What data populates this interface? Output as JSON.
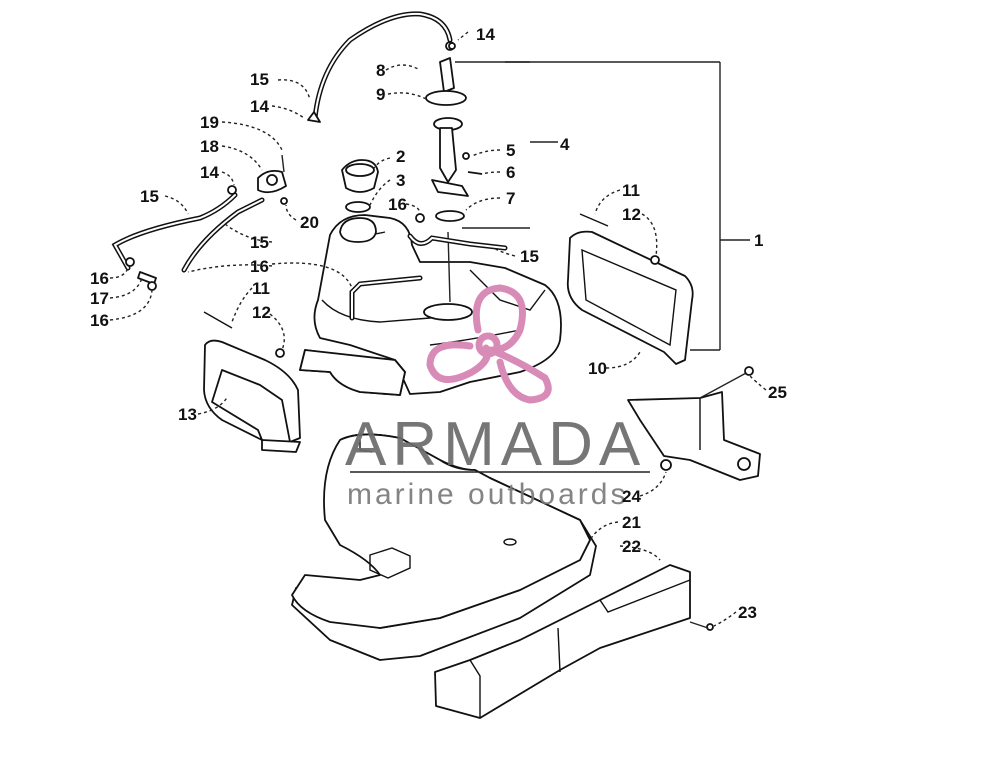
{
  "callouts": {
    "c1": "1",
    "c2": "2",
    "c3": "3",
    "c4": "4",
    "c5": "5",
    "c6": "6",
    "c7": "7",
    "c8": "8",
    "c9": "9",
    "c10": "10",
    "c11a": "11",
    "c11b": "11",
    "c12a": "12",
    "c12b": "12",
    "c13": "13",
    "c14a": "14",
    "c14b": "14",
    "c14c": "14",
    "c15a": "15",
    "c15b": "15",
    "c15c": "15",
    "c15d": "15",
    "c16a": "16",
    "c16b": "16",
    "c16c": "16",
    "c16d": "16",
    "c17": "17",
    "c18": "18",
    "c19": "19",
    "c20": "20",
    "c21": "21",
    "c22": "22",
    "c23": "23",
    "c24": "24",
    "c25": "25"
  },
  "watermark": {
    "title": "ARMADA",
    "subtitle": "marine outboards",
    "accent_color": "#d98bb8",
    "text_color": "#6b6b6b"
  }
}
